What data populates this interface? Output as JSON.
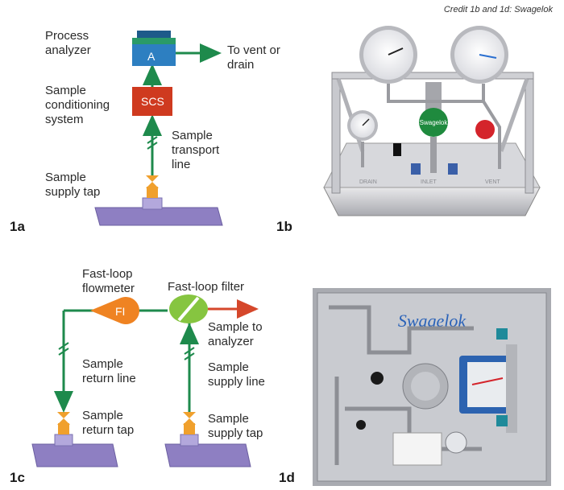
{
  "credit": "Credit 1b and 1d: Swagelok",
  "panels": {
    "a": {
      "id": "1a",
      "analyzer_label": "Process\nanalyzer",
      "analyzer_box": "A",
      "vent_label": "To vent or\ndrain",
      "scs_box": "SCS",
      "scs_label": "Sample\nconditioning\nsystem",
      "transport_label": "Sample\ntransport\nline",
      "tap_label": "Sample\nsupply tap"
    },
    "b": {
      "id": "1b",
      "photo_text": "Swagelok",
      "plate_labels": [
        "DRAIN",
        "INLET",
        "VENT"
      ]
    },
    "c": {
      "id": "1c",
      "flowmeter_label": "Fast-loop\nflowmeter",
      "fi_text": "FI",
      "filter_label": "Fast-loop filter",
      "to_analyzer_label": "Sample to\nanalyzer",
      "return_line_label": "Sample\nreturn line",
      "supply_line_label": "Sample\nsupply line",
      "return_tap_label": "Sample\nreturn tap",
      "supply_tap_label": "Sample\nsupply tap"
    },
    "d": {
      "id": "1d",
      "brand_text": "Swagelok"
    }
  },
  "colors": {
    "line_green": "#1e8a4c",
    "vent_red": "#d5472b",
    "analyzer_blue": "#2d7fc1",
    "scs_red": "#cf3a1f",
    "pipe_purple": "#8e7fc2",
    "fi_orange": "#ef8322",
    "filter_green": "#86c540",
    "tap_orange": "#f0a02d"
  }
}
